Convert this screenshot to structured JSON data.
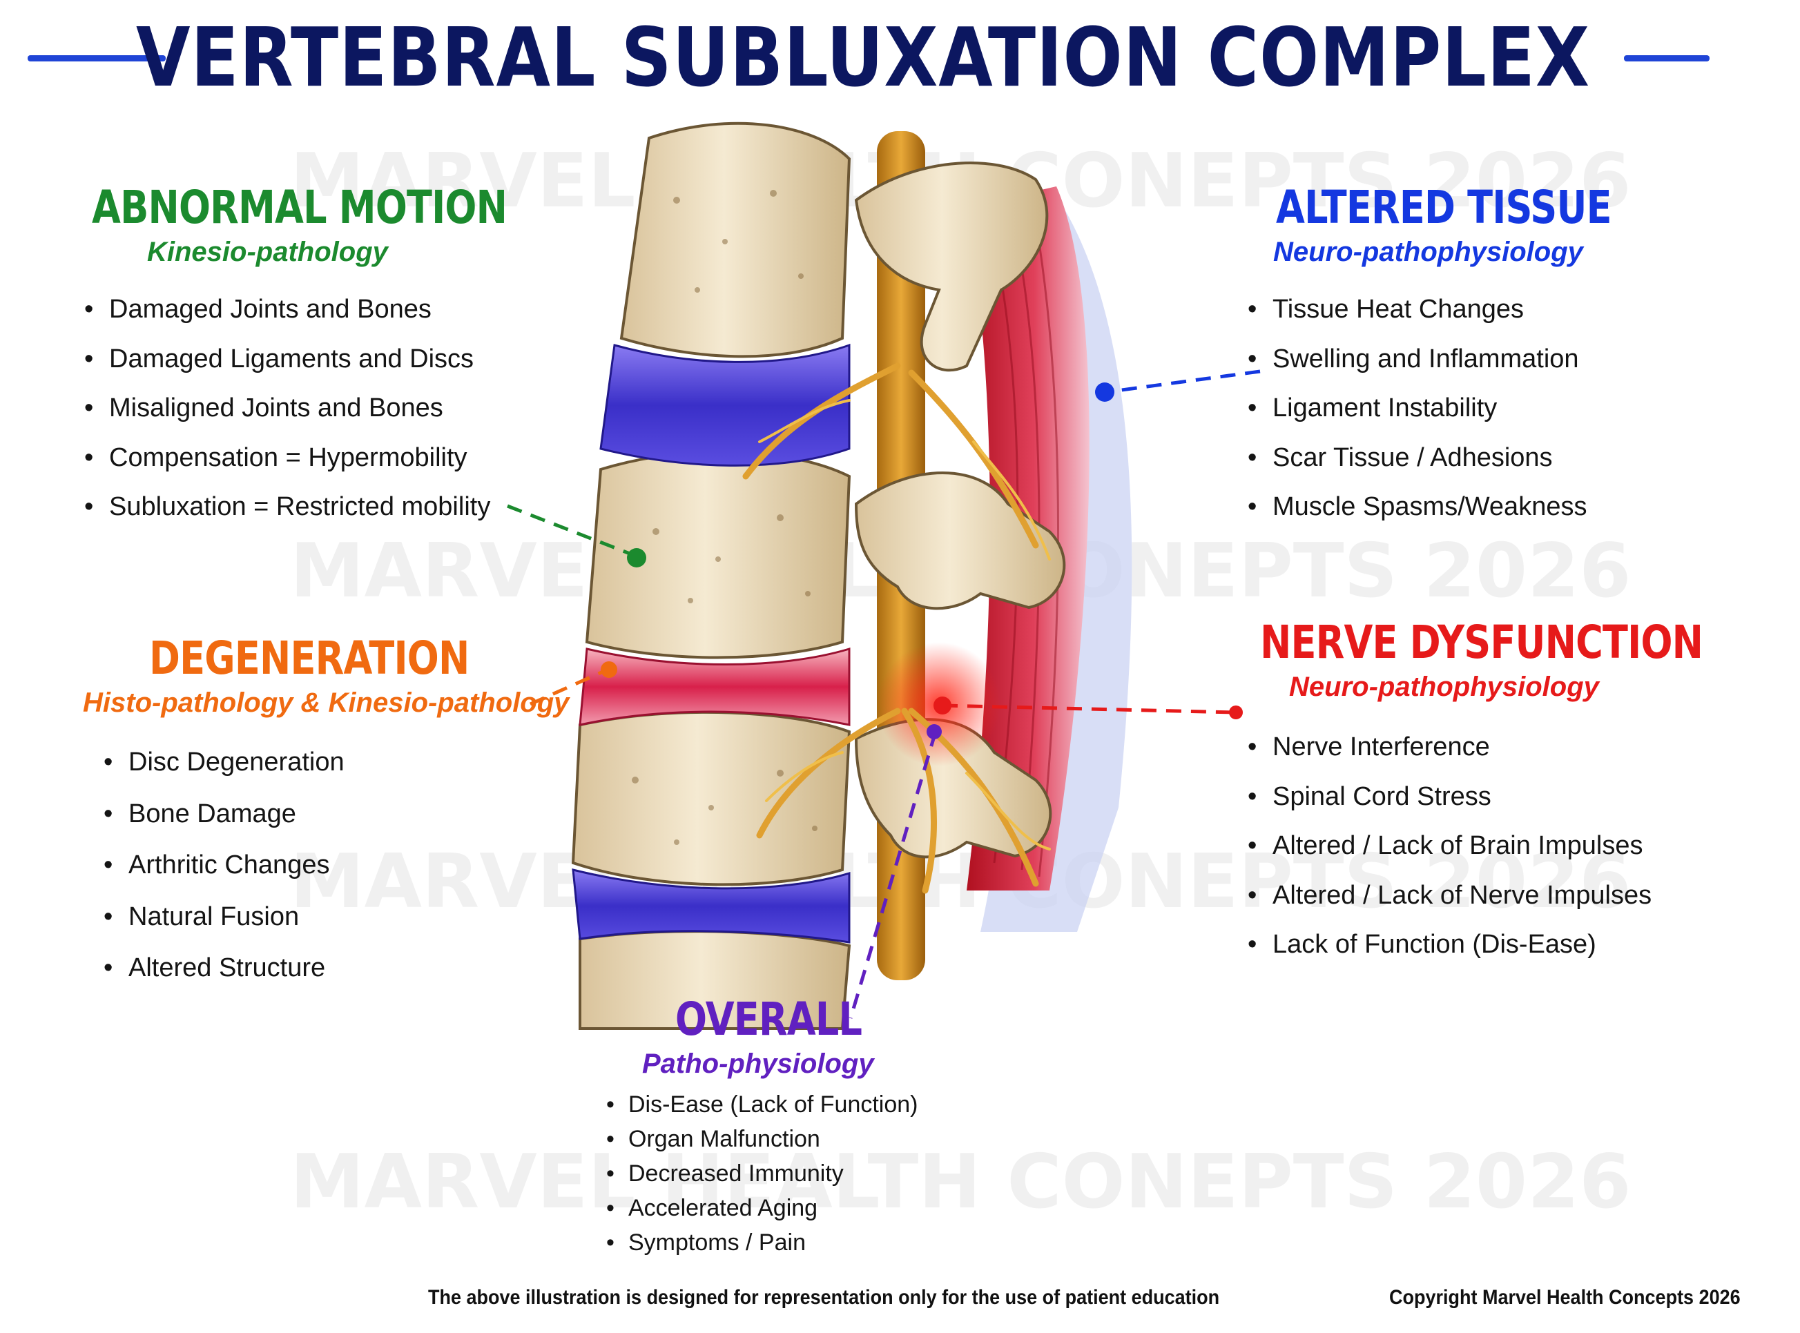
{
  "title": "VERTEBRAL SUBLUXATION COMPLEX",
  "watermark": "MARVEL HEALTH CONEPTS 2026",
  "colors": {
    "title": "#0c1760",
    "title_rule": "#1f44d6",
    "abnormal_motion": "#1b8a2e",
    "altered_tissue": "#1438e0",
    "degeneration": "#f06a10",
    "nerve_dysfunction": "#e61a1a",
    "overall": "#6020c0"
  },
  "sections": {
    "abnormal_motion": {
      "title": "ABNORMAL MOTION",
      "subtitle": "Kinesio-pathology",
      "items": [
        "Damaged Joints and Bones",
        "Damaged Ligaments and Discs",
        "Misaligned Joints and Bones",
        "Compensation = Hypermobility",
        "Subluxation = Restricted mobility"
      ]
    },
    "altered_tissue": {
      "title": "ALTERED TISSUE",
      "subtitle": "Neuro-pathophysiology",
      "items": [
        "Tissue Heat Changes",
        "Swelling and Inflammation",
        "Ligament Instability",
        "Scar Tissue / Adhesions",
        "Muscle Spasms/Weakness"
      ]
    },
    "degeneration": {
      "title": "DEGENERATION",
      "subtitle": "Histo-pathology & Kinesio-pathology",
      "items": [
        "Disc Degeneration",
        "Bone Damage",
        "Arthritic Changes",
        "Natural Fusion",
        "Altered Structure"
      ]
    },
    "nerve_dysfunction": {
      "title": "NERVE DYSFUNCTION",
      "subtitle": "Neuro-pathophysiology",
      "items": [
        "Nerve Interference",
        "Spinal Cord Stress",
        "Altered / Lack of Brain Impulses",
        "Altered / Lack of Nerve Impulses",
        "Lack of Function (Dis-Ease)"
      ]
    },
    "overall": {
      "title": "OVERALL",
      "subtitle": "Patho-physiology",
      "items": [
        "Dis-Ease (Lack of Function)",
        "Organ Malfunction",
        "Decreased Immunity",
        "Accelerated Aging",
        "Symptoms / Pain"
      ]
    }
  },
  "footer": {
    "disclaimer": "The above illustration is designed for representation only for the use of patient education",
    "copyright": "Copyright Marvel Health Concepts 2026"
  }
}
